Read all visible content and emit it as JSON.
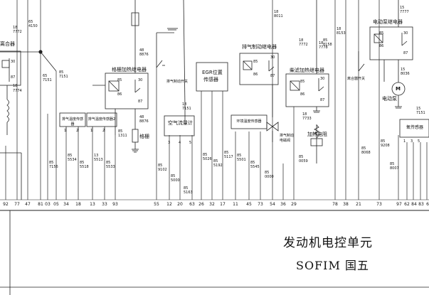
{
  "ecu": {
    "title": "发动机电控单元",
    "subtitle": "SOFIM 国五"
  },
  "ecu_pins": [
    "92",
    "77",
    "47",
    "81",
    "03",
    "05",
    "34",
    "18",
    "13",
    "33",
    "93",
    "55",
    "12",
    "20",
    "63",
    "26",
    "32",
    "17",
    "11",
    "45",
    "73",
    "54",
    "36",
    "29",
    "78",
    "38",
    "21",
    "73",
    "97",
    "62",
    "84",
    "83",
    "6"
  ],
  "components": {
    "grid_heater_relay": "格栅加热继电器",
    "exhaust_brake_switch": "排气制动开关",
    "grid_heater": "格栅",
    "egr_sensor_line1": "EGR位置",
    "egr_sensor_line2": "传感器",
    "air_flow_meter": "空气流量计",
    "exhaust_brake_relay": "排气制动继电器",
    "exhaust_brake_valve_line1": "排气制动",
    "exhaust_brake_valve_line2": "电磁阀",
    "diesel_heater_relay": "柴滤加热继电器",
    "heater_resistor": "加热电阻",
    "pump_relay": "电动泵继电器",
    "clutch_switch": "离合器开关",
    "electric_pump": "电动泵",
    "pump_motor_symbol": "M",
    "left_relay_partial": "离合器",
    "exhaust_temp_sensor_1": "排气温度传感器",
    "exhaust_temp_sensor_2": "排气温度传感器2",
    "ambient_temp_sensor": "环境温度传感器",
    "nox_sensor": "氧传感器"
  },
  "relay_pins": {
    "p85": "85",
    "p86": "86",
    "p30": "30",
    "p87": "87"
  },
  "connector_pins": {
    "p1": "1",
    "p2": "2",
    "p3": "3",
    "p4": "4",
    "p5": "5"
  },
  "wire_labels": {
    "w1": "65",
    "w2": "4150",
    "w3": "18",
    "w4": "7772",
    "w5": "18",
    "w6": "7774",
    "w7": "65",
    "w8": "7151",
    "w9": "85",
    "w10": "7151",
    "w11": "48",
    "w12": "8876",
    "w13": "48",
    "w14": "8876",
    "w15": "85",
    "w16": "1311",
    "w17": "18",
    "w18": "7151",
    "w19": "85",
    "w20": "5163",
    "w21": "85",
    "w22": "5000",
    "w23": "85",
    "w24": "9102",
    "w25": "85",
    "w26": "5026",
    "w27": "85",
    "w28": "5192",
    "w29": "85",
    "w30": "5117",
    "w31": "85",
    "w32": "5501",
    "w33": "85",
    "w34": "5545",
    "w35": "85",
    "w36": "0000",
    "w37": "18",
    "w38": "8011",
    "w39": "18",
    "w40": "7772",
    "w41": "18",
    "w42": "7778",
    "w43": "85",
    "w44": "8158",
    "w45": "18",
    "w46": "8153",
    "w47": "18",
    "w48": "7733",
    "w49": "85",
    "w50": "0059",
    "w51": "85",
    "w52": "8068",
    "w53": "85",
    "w54": "9208",
    "w55": "15",
    "w56": "7777",
    "w57": "15",
    "w58": "8036",
    "w59": "85",
    "w60": "8007",
    "w61": "15",
    "w62": "7151",
    "w63": "85",
    "w64": "5534",
    "w65": "85",
    "w66": "5518",
    "w67": "13",
    "w68": "5513",
    "w69": "85",
    "w70": "5533",
    "w71": "85",
    "w72": "7156"
  }
}
